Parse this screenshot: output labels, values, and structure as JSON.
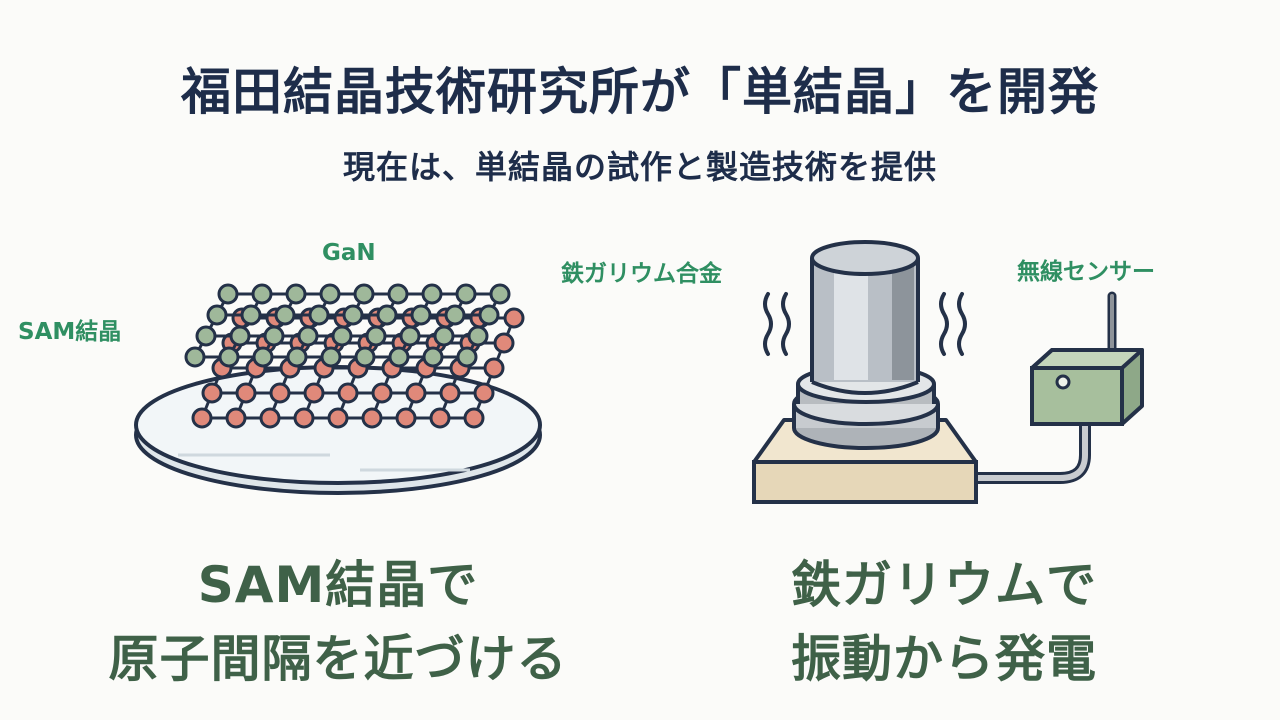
{
  "header": {
    "title": "福田結晶技術研究所が「単結晶」を開発",
    "subtitle": "現在は、単結晶の試作と製造技術を提供"
  },
  "left_panel": {
    "label_top": "GaN",
    "label_side": "SAM結晶",
    "caption_line1": "SAM結晶で",
    "caption_line2": "原子間隔を近づける",
    "top_layer_color": "#9fb89a",
    "bottom_layer_color": "#e0897a"
  },
  "right_panel": {
    "label_left": "鉄ガリウム合金",
    "label_right": "無線センサー",
    "caption_line1": "鉄ガリウムで",
    "caption_line2": "振動から発電",
    "sensor_color": "#a7bf9d",
    "base_color": "#f1e6cf"
  }
}
